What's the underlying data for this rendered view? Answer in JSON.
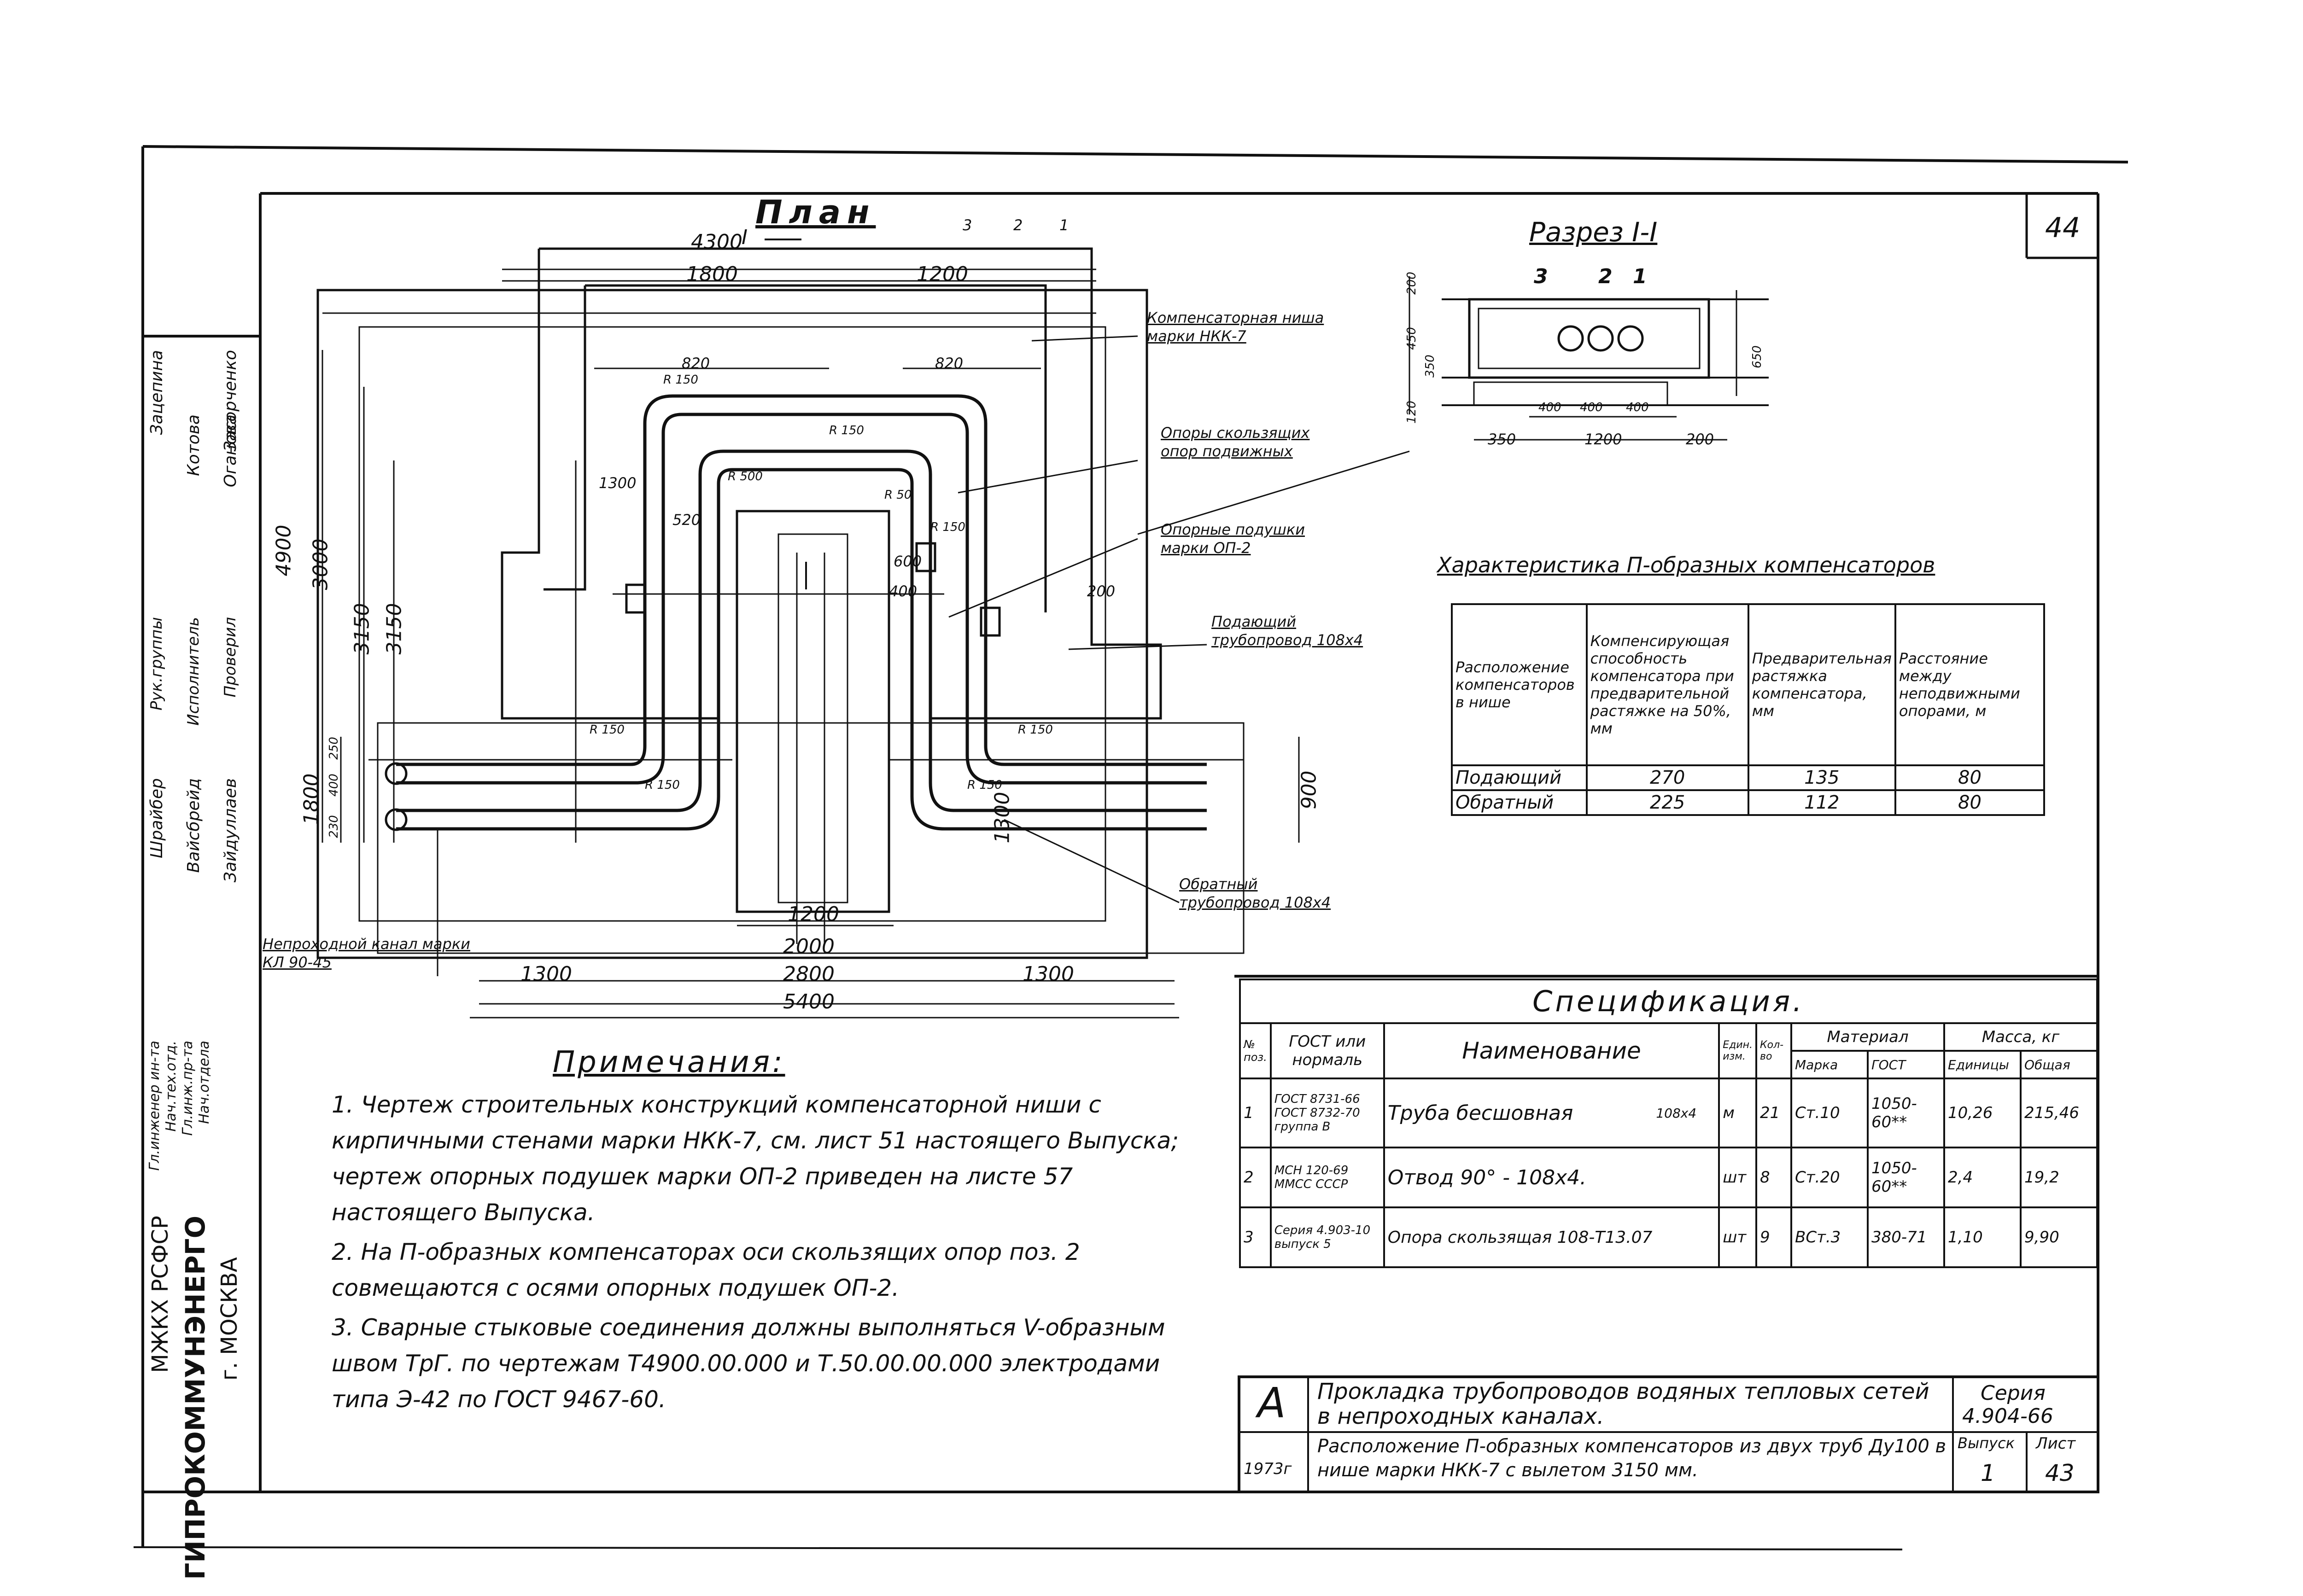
{
  "sheet_number_corner": "44",
  "plan": {
    "title": "План",
    "dims": {
      "d4300": "4300",
      "d1800_top": "1800",
      "d1200_top": "1200",
      "d820_left": "820",
      "d820_right": "820",
      "d4900": "4900",
      "d3000": "3000",
      "d3150_a": "3150",
      "d3150_b": "3150",
      "d1300_v": "1300",
      "d1800_left": "1800",
      "d250": "250",
      "d400": "400",
      "d230": "230",
      "d900": "900",
      "d1300_right": "1300",
      "d520": "520",
      "d600": "600",
      "d200": "200",
      "d400_mid": "400",
      "d1200_b": "1200",
      "d2000": "2000",
      "d2800": "2800",
      "d1300_bl": "1300",
      "d1300_br": "1300",
      "d5400": "5400"
    },
    "radii": [
      "R 150",
      "R 150",
      "R 500",
      "R 50",
      "R 150",
      "R 150",
      "R 150",
      "R 150",
      "R 150"
    ],
    "callouts": {
      "n3": "3",
      "n2": "2",
      "n1": "1",
      "section_mark": "I",
      "niche": "Компенсаторная ниша марки НКК-7",
      "sliding": "Опоры скользящих опор подвижных",
      "pads": "Опорные подушки марки ОП-2",
      "supply": "Подающий трубопровод 108х4",
      "return": "Обратный трубопровод 108х4",
      "channel": "Непроходной канал марки КЛ 90-45"
    }
  },
  "section": {
    "title": "Разрез I-I",
    "labels": {
      "n3": "3",
      "n2": "2",
      "n1": "1"
    },
    "dims": {
      "d200": "200",
      "d450": "450",
      "d350": "350",
      "d120": "120",
      "d650": "650",
      "d400a": "400",
      "d400b": "400",
      "d400c": "400",
      "d350b": "350",
      "d1200": "1200",
      "d200b": "200"
    }
  },
  "characteristics": {
    "title": "Характеристика П-образных компенсаторов",
    "headers": [
      "Расположение компенсаторов в нише",
      "Компенсирующая способность компенсатора при предварительной растяжке на 50%, мм",
      "Предварительная растяжка компенсатора, мм",
      "Расстояние между неподвижными опорами, м"
    ],
    "rows": [
      [
        "Подающий",
        "270",
        "135",
        "80"
      ],
      [
        "Обратный",
        "225",
        "112",
        "80"
      ]
    ]
  },
  "specification": {
    "title": "Спецификация.",
    "headers": {
      "num": "№ поз.",
      "gost": "ГОСТ или нормаль",
      "name": "Наименование",
      "unit": "Един. изм.",
      "qty": "Кол-во",
      "material": "Материал",
      "mark": "Марка",
      "mgost": "ГОСТ",
      "mass": "Масса, кг",
      "unit_mass": "Единицы",
      "total": "Общая"
    },
    "rows": [
      {
        "num": "1",
        "gost": "ГОСТ 8731-66 ГОСТ 8732-70 группа В",
        "name": "Труба бесшовная",
        "size": "108х4",
        "unit": "м",
        "qty": "21",
        "mark": "Ст.10",
        "mgost": "1050-60**",
        "unit_mass": "10,26",
        "total": "215,46"
      },
      {
        "num": "2",
        "gost": "МСН 120-69 ММСС СССР",
        "name": "Отвод 90° - 108х4.",
        "size": "",
        "unit": "шт",
        "qty": "8",
        "mark": "Ст.20",
        "mgost": "1050-60**",
        "unit_mass": "2,4",
        "total": "19,2"
      },
      {
        "num": "3",
        "gost": "Серия 4.903-10 выпуск 5",
        "name": "Опора скользящая 108-Т13.07",
        "size": "",
        "unit": "шт",
        "qty": "9",
        "mark": "ВСт.3",
        "mgost": "380-71",
        "unit_mass": "1,10",
        "total": "9,90"
      }
    ]
  },
  "notes": {
    "title": "Примечания:",
    "items": [
      "1. Чертеж строительных конструкций компенсаторной ниши с кирпичными стенами марки НКК-7, см. лист 51 настоящего Выпуска; чертеж опорных подушек марки ОП-2 приведен на листе 57 настоящего Выпуска.",
      "2. На П-образных компенсаторах оси скользящих опор поз. 2 совмещаются с осями опорных подушек ОП-2.",
      "3. Сварные стыковые соединения должны выполняться V-образным швом ТрГ. по чертежам Т4900.00.000 и Т.50.00.00.000 электродами типа Э-42 по ГОСТ 9467-60."
    ]
  },
  "title_block": {
    "letter": "А",
    "description": "Прокладка трубопроводов водяных тепловых сетей в непроходных каналах.",
    "series_label": "Серия",
    "series": "4.904-66",
    "sheet_desc": "Расположение П-образных компенсаторов из двух труб Ду100 в нише марки НКК-7 с вылетом 3150 мм.",
    "year": "1973г",
    "issue_label": "Выпуск",
    "issue": "1",
    "sheet_label": "Лист",
    "sheet": "43"
  },
  "side_stamp": {
    "org1": "МЖКХ РСФСР",
    "org2": "ГИПРОКОММУНЭНЕРГО",
    "city": "г. МОСКВА",
    "roles": [
      "Гл.инженер ин-та",
      "Нач.тех.отд.",
      "Гл.инж.пр-та",
      "Нач.отдела",
      "Рук.группы",
      "Исполнитель",
      "Проверил"
    ],
    "names": [
      "Шрайбер",
      "Вайсбрейд",
      "Зайдуллаев",
      "Котова",
      "Оганова",
      "Зацепина",
      "Засорченко"
    ]
  },
  "colors": {
    "ink": "#111111",
    "paper": "#ffffff"
  }
}
